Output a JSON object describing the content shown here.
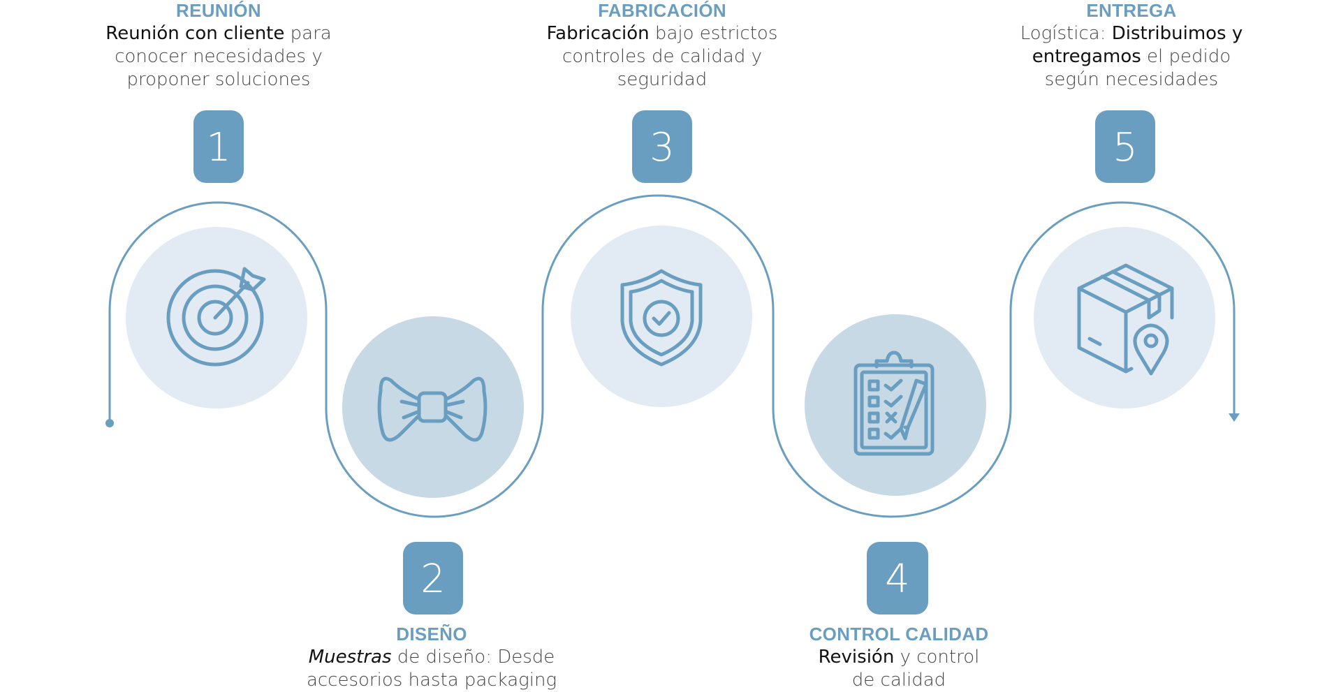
{
  "colors": {
    "accent": "#6a9ec0",
    "circle_light": "#e2ebf3",
    "circle_mid": "#c6d9e5",
    "title": "#6a9ec0",
    "badge_text": "#ffffff"
  },
  "steps": [
    {
      "number": "1",
      "title": "REUNIÓN",
      "desc_lines": [
        [
          {
            "t": "Reunión con cliente",
            "s": "b"
          },
          {
            "t": " para",
            "s": "n"
          }
        ],
        [
          {
            "t": "conocer necesidades y",
            "s": "n"
          }
        ],
        [
          {
            "t": "proponer soluciones",
            "s": "n"
          }
        ]
      ],
      "icon": "target-arrow-icon"
    },
    {
      "number": "2",
      "title": "DISEÑO",
      "desc_lines": [
        [
          {
            "t": "Muestras",
            "s": "i"
          },
          {
            "t": " de diseño: Desde",
            "s": "n"
          }
        ],
        [
          {
            "t": "accesorios hasta packaging",
            "s": "n"
          }
        ]
      ],
      "icon": "bow-tie-icon"
    },
    {
      "number": "3",
      "title": "FABRICACIÓN",
      "desc_lines": [
        [
          {
            "t": "Fabricación",
            "s": "b"
          },
          {
            "t": " bajo estrictos",
            "s": "n"
          }
        ],
        [
          {
            "t": "controles de calidad y",
            "s": "n"
          }
        ],
        [
          {
            "t": "seguridad",
            "s": "n"
          }
        ]
      ],
      "icon": "shield-check-icon"
    },
    {
      "number": "4",
      "title": "CONTROL CALIDAD",
      "desc_lines": [
        [
          {
            "t": "Revisión",
            "s": "b"
          },
          {
            "t": " y control",
            "s": "n"
          }
        ],
        [
          {
            "t": "de calidad",
            "s": "n"
          }
        ]
      ],
      "icon": "clipboard-checklist-icon"
    },
    {
      "number": "5",
      "title": "ENTREGA",
      "desc_lines": [
        [
          {
            "t": "Logística: ",
            "s": "n"
          },
          {
            "t": "Distribuimos y",
            "s": "b"
          }
        ],
        [
          {
            "t": "entregamos",
            "s": "b"
          },
          {
            "t": " el pedido",
            "s": "n"
          }
        ],
        [
          {
            "t": "según necesidades",
            "s": "n"
          }
        ]
      ],
      "icon": "box-location-icon"
    }
  ]
}
